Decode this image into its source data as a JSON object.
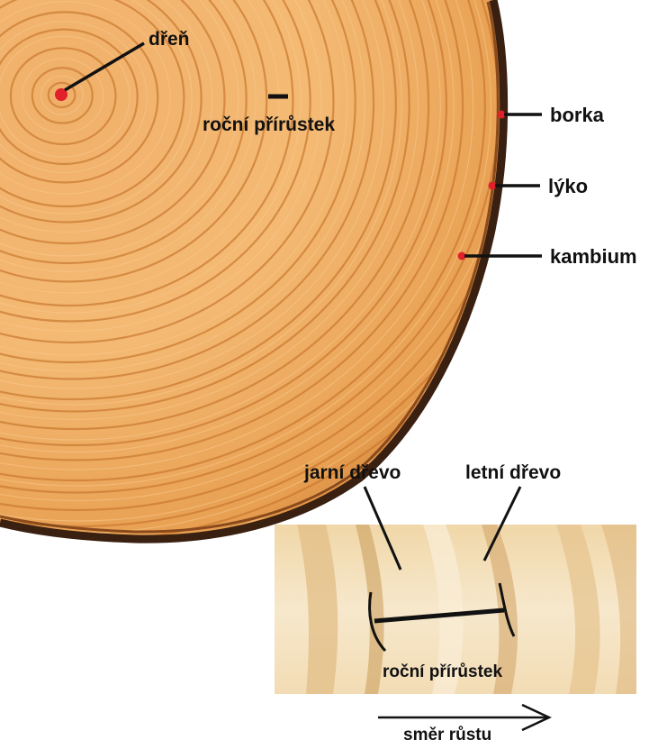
{
  "labels": {
    "pith": "dřeň",
    "annual_growth_top": "roční přírůstek",
    "bark": "borka",
    "phloem": "lýko",
    "cambium": "kambium",
    "earlywood": "jarní dřevo",
    "latewood": "letní dřevo",
    "annual_growth_bottom": "roční přírůstek",
    "growth_direction": "směr růstu"
  },
  "colors": {
    "wood_light": "#f3b872",
    "wood_mid": "#e49a4c",
    "wood_dark": "#c9772f",
    "bark": "#3a2010",
    "strip_light": "#f4e2c0",
    "strip_band": "#d9b47c",
    "marker": "#e0202a",
    "line": "#111111"
  }
}
